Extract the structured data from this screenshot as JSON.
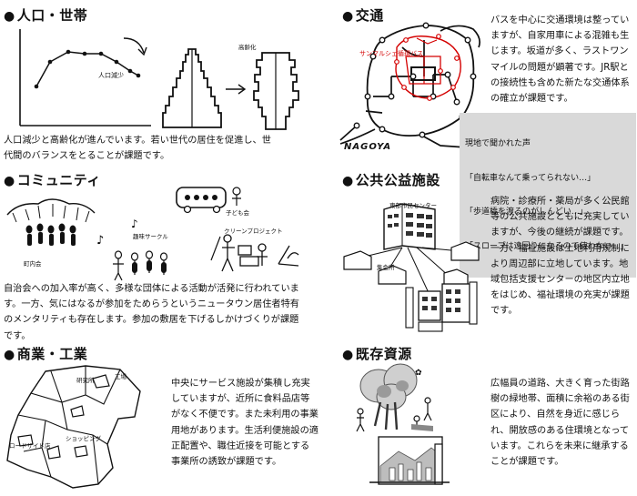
{
  "sections": {
    "population": {
      "title": "人口・世帯",
      "text": "人口減少と高齢化が進んでいます。若い世代の居住を促進し、世代間のバランスをとることが課題です。",
      "labels": {
        "decline": "人口減少",
        "aging": "高齢化"
      }
    },
    "transport": {
      "title": "交通",
      "text": "バスを中心に交通環境は整っていますが、自家用車による混雑も生じます。坂道が多く、ラストワンマイルの問題が顕著です。JR駅との接続性も含めた新たな交通体系の確立が課題です。",
      "labels": {
        "bus": "サンマルシェ循環バス",
        "city": "NAGOYA"
      },
      "voices": {
        "heading": "現地で聞かれた声",
        "lines": [
          "「自転車なんて乗ってられない…」",
          "「歩道橋を渡るのがしんどい…」",
          "「スロープは遠回りになるので使わない…」"
        ]
      }
    },
    "community": {
      "title": "コミュニティ",
      "text": "自治会への加入率が高く、多様な団体による活動が活発に行われています。一方、気にはなるが参加をためらうというニュータウン居住者特有のメンタリティも存在します。参加の敷居を下げるしかけづくりが課題です。",
      "labels": {
        "kids": "子ども会",
        "hobby": "趣味サークル",
        "clean": "クリーンプロジェクト",
        "town": "町内会"
      }
    },
    "public": {
      "title": "公共公益施設",
      "text": "病院・診療所・薬局が多く公民館等の公共施設とともに充実していますが、今後の継続が課題です。一方、福祉施設は土地利用規制により周辺部に立地しています。地域包括支援センターの地区内立地をはじめ、福祉環境の充実が課題です。",
      "labels": {
        "center": "東部市民センター",
        "hall": "集会所"
      }
    },
    "commerce": {
      "title": "商業・工業",
      "text": "中央にサービス施設が集積し充実していますが、近所に食料品店等がなく不便です。また未利用の事業用地があります。生活利便施設の適正配置や、職住近接を可能とする事業所の誘致が課題です。",
      "labels": {
        "lab": "研究所",
        "factory": "工場",
        "road": "ロードサイド店",
        "mall": "ショッピング"
      }
    },
    "resources": {
      "title": "既存資源",
      "text": "広幅員の道路、大きく育った街路樹の緑地帯、面積に余裕のある街区により、自然を身近に感じられ、開放感のある住環境となっています。これらを未来に継承することが課題です。"
    }
  }
}
